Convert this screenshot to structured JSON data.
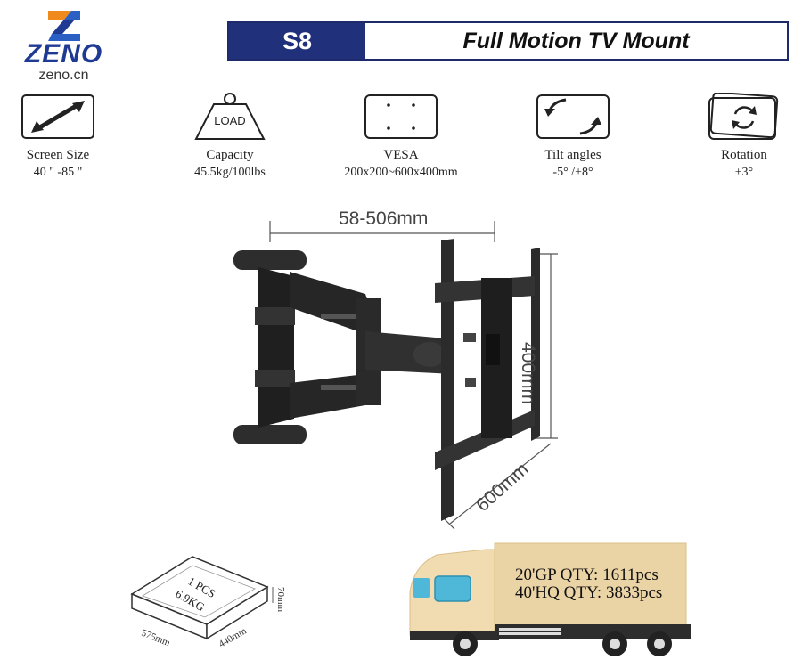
{
  "brand": {
    "name": "ZENO",
    "url": "zeno.cn"
  },
  "header": {
    "model": "S8",
    "title": "Full Motion TV Mount"
  },
  "specs": [
    {
      "name": "Screen Size",
      "value": "40 \" -85 \"",
      "icon": "diagonal-arrow-icon"
    },
    {
      "name": "Capacity",
      "value": "45.5kg/100lbs",
      "icon": "load-weight-icon",
      "icon_text": "LOAD"
    },
    {
      "name": "VESA",
      "value": "200x200~600x400mm",
      "icon": "vesa-holes-icon"
    },
    {
      "name": "Tilt angles",
      "value": "-5° /+8°",
      "icon": "tilt-arrows-icon"
    },
    {
      "name": "Rotation",
      "value": "±3°",
      "icon": "rotation-icon"
    }
  ],
  "diagram": {
    "extension_label": "58-506mm",
    "height_label": "400mm",
    "width_label": "600mm"
  },
  "package": {
    "qty": "1 PCS",
    "weight": "6.9KG",
    "length": "575mm",
    "width": "440mm",
    "height": "70mm"
  },
  "shipping": {
    "gp20": "20'GP QTY: 1611pcs",
    "hq40": "40'HQ QTY: 3833pcs"
  },
  "colors": {
    "banner_blue": "#20307a",
    "logo_blue": "#1f3a93",
    "logo_orange": "#f08a1c",
    "cargo_tan": "#ead3a4"
  }
}
